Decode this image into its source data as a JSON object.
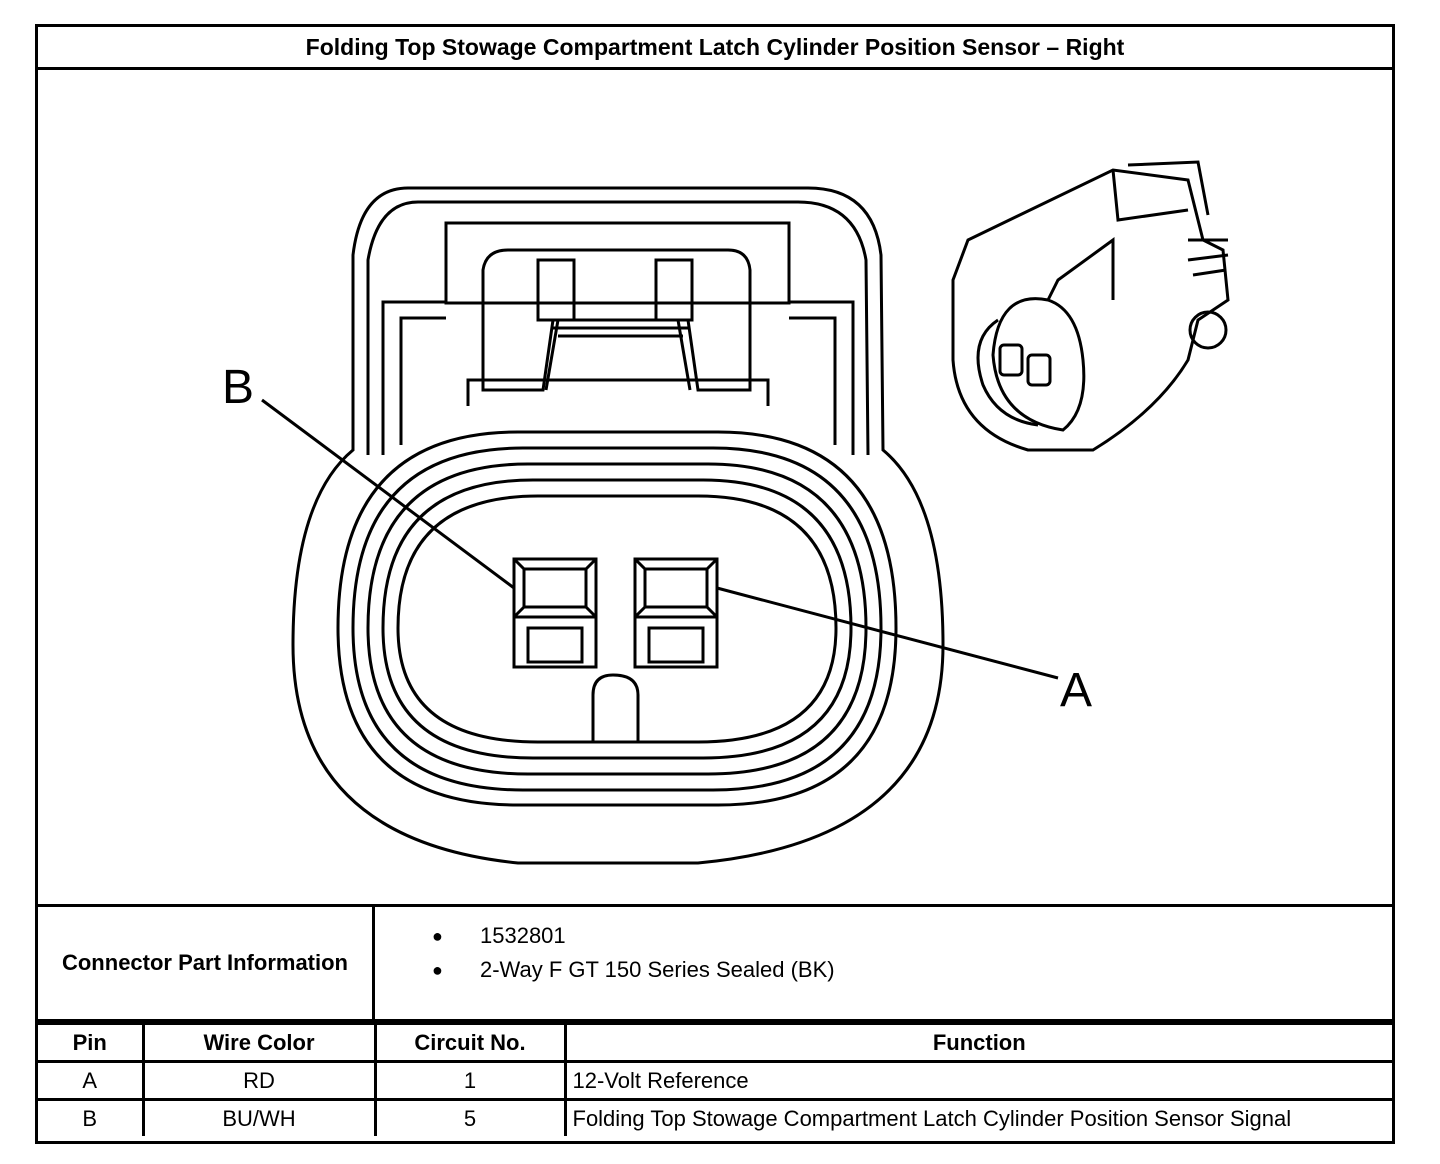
{
  "title": "Folding Top Stowage Compartment Latch Cylinder Position Sensor – Right",
  "diagram": {
    "label_a": "A",
    "label_b": "B"
  },
  "connector_info": {
    "label": "Connector Part Information",
    "items": [
      "1532801",
      "2-Way F GT 150 Series Sealed (BK)"
    ],
    "bullet": "●"
  },
  "pin_table": {
    "headers": [
      "Pin",
      "Wire Color",
      "Circuit No.",
      "Function"
    ],
    "rows": [
      {
        "pin": "A",
        "wire_color": "RD",
        "circuit": "1",
        "function": "12-Volt Reference"
      },
      {
        "pin": "B",
        "wire_color": "BU/WH",
        "circuit": "5",
        "function": "Folding Top Stowage Compartment Latch Cylinder Position Sensor Signal"
      }
    ]
  }
}
